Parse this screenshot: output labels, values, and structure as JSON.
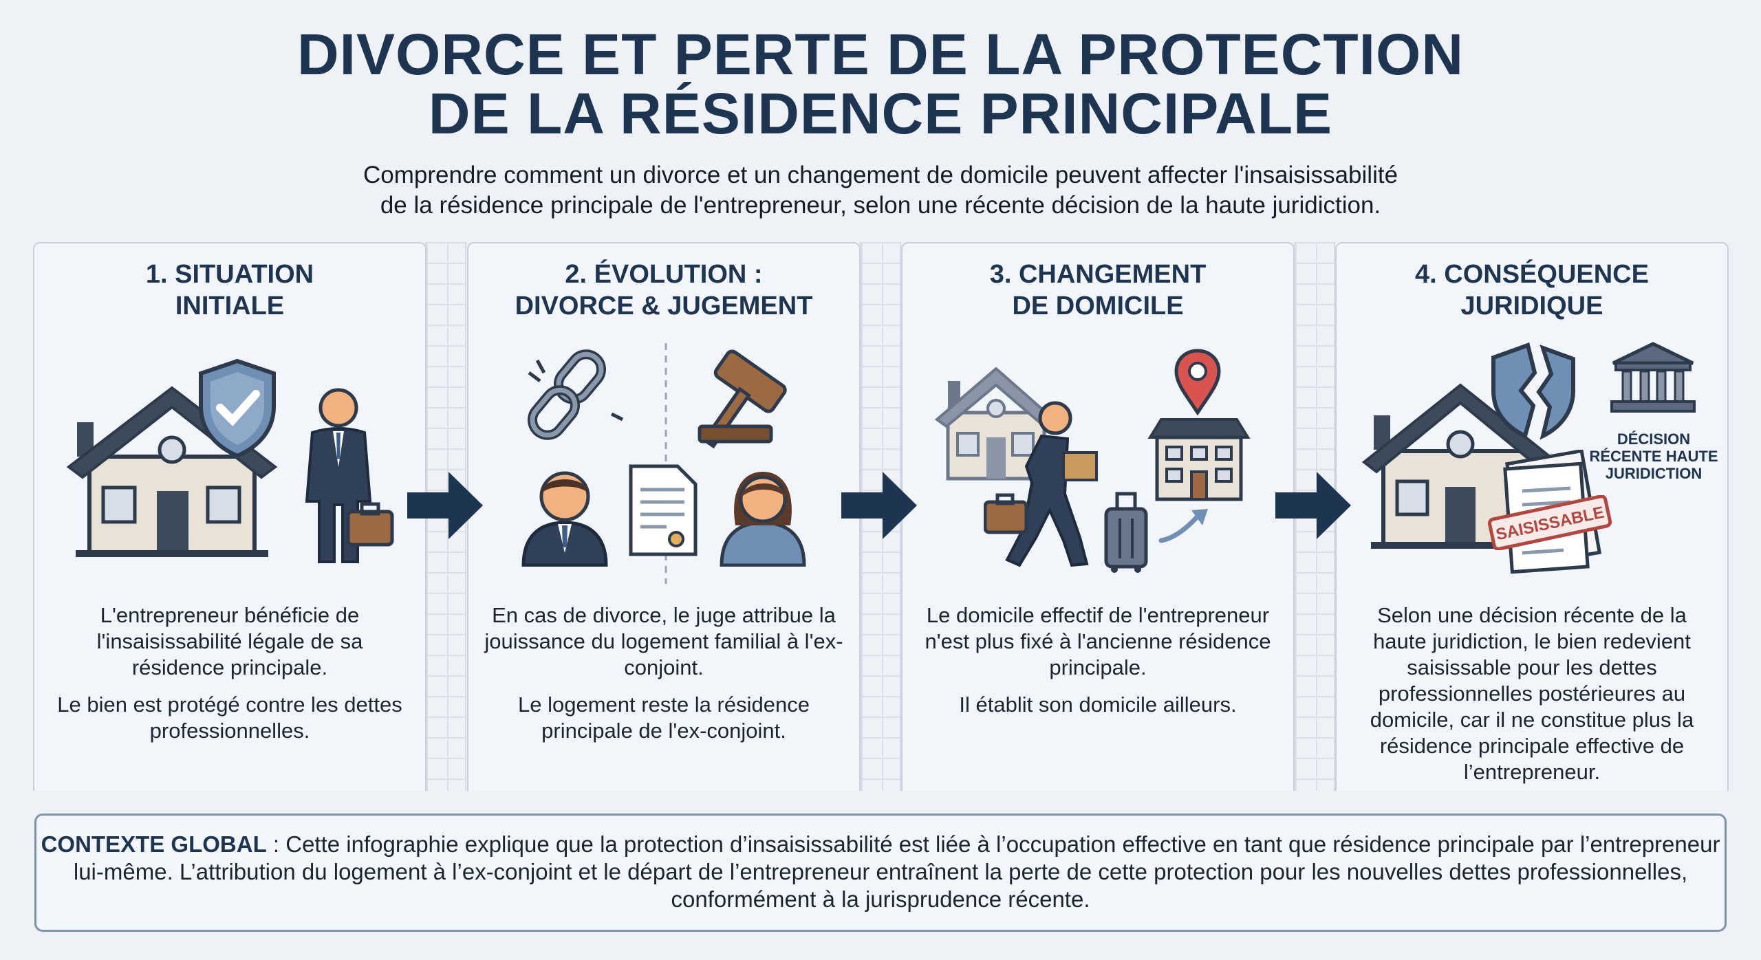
{
  "header": {
    "title_line1": "DIVORCE ET PERTE DE LA PROTECTION",
    "title_line2": "DE LA RÉSIDENCE PRINCIPALE",
    "subtitle_line1": "Comprendre comment un divorce et un changement de domicile peuvent affecter l'insaisissabilité",
    "subtitle_line2": "de la résidence principale de l'entrepreneur, selon une récente décision de la haute juridiction."
  },
  "steps": [
    {
      "title_line1": "1. SITUATION",
      "title_line2": "INITIALE",
      "icons": [
        "house-icon",
        "shield-check-icon",
        "entrepreneur-icon"
      ],
      "paragraphs": [
        "L'entrepreneur bénéficie de l'insaisissabilité légale de sa résidence principale.",
        "Le bien est protégé contre les dettes professionnelles."
      ]
    },
    {
      "title_line1": "2. ÉVOLUTION :",
      "title_line2": "DIVORCE & JUGEMENT",
      "icons": [
        "broken-chain-icon",
        "gavel-icon",
        "man-icon",
        "document-icon",
        "woman-icon"
      ],
      "paragraphs": [
        "En cas de divorce, le juge attribue la jouissance du logement familial à l'ex-conjoint.",
        "Le logement reste la résidence principale de l'ex-conjoint."
      ]
    },
    {
      "title_line1": "3. CHANGEMENT",
      "title_line2": "DE DOMICILE",
      "icons": [
        "old-house-icon",
        "walking-man-icon",
        "location-pin-icon",
        "new-building-icon",
        "suitcase-icon"
      ],
      "paragraphs": [
        "Le domicile effectif de l'entrepreneur n'est plus fixé à l'ancienne résidence principale.",
        "Il établit son domicile ailleurs."
      ]
    },
    {
      "title_line1": "4. CONSÉQUENCE",
      "title_line2": "JURIDIQUE",
      "icons": [
        "house-icon",
        "broken-shield-icon",
        "documents-icon",
        "courthouse-icon"
      ],
      "court_label_line1": "DÉCISION",
      "court_label_line2": "RÉCENTE HAUTE",
      "court_label_line3": "JURIDICTION",
      "stamp": "SAISISSABLE",
      "paragraphs": [
        "Selon une décision récente de la haute juridiction, le bien redevient saisissable pour les dettes professionnelles postérieures au domicile, car il ne constitue plus la résidence principale effective de l’entrepreneur."
      ]
    }
  ],
  "context": {
    "label": "CONTEXTE GLOBAL",
    "separator": " : ",
    "text": "Cette infographie explique que la protection d’insaisissabilité est liée à l’occupation effective en tant que résidence principale par l’entrepreneur lui-même. L’attribution du logement à l’ex-conjoint et le départ de l’entrepreneur entraînent la perte de cette protection pour les nouvelles dettes professionnelles, conformément à la jurisprudence récente."
  },
  "colors": {
    "navy": "#1e3552",
    "stamp_red": "#b3473f",
    "pin_red": "#d9534f",
    "wall": "#e9e2d6",
    "roof": "#3d4a5c"
  }
}
